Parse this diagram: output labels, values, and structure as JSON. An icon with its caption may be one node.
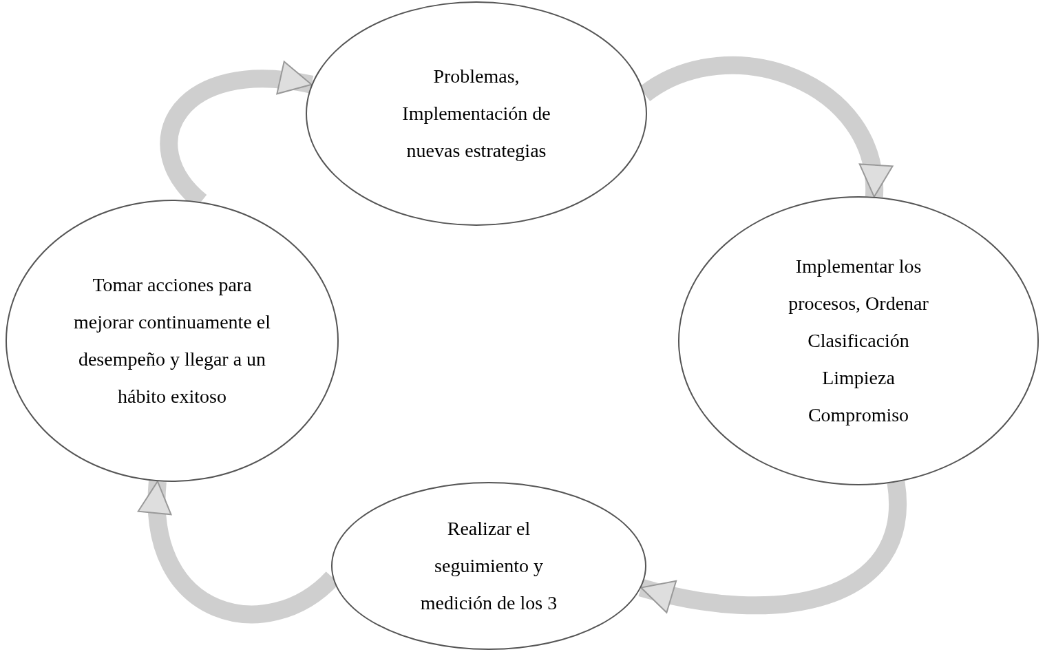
{
  "diagram": {
    "nodes": [
      {
        "text": [
          "Problemas, Implementación de nuevas estrategias"
        ]
      },
      {
        "text": [
          "Implementar los procesos, Ordenar",
          "Clasificación",
          "Limpieza",
          "Compromiso"
        ]
      },
      {
        "text": [
          "Realizar el seguimiento y medición de los 3"
        ]
      },
      {
        "text": [
          "Tomar acciones para mejorar continuamente el desempeño y llegar a un hábito exitoso"
        ]
      }
    ],
    "edges": [
      {
        "from": 0,
        "to": 1,
        "arrow": "to"
      },
      {
        "from": 1,
        "to": 2,
        "arrow": "to"
      },
      {
        "from": 2,
        "to": 3,
        "arrow": "to"
      },
      {
        "from": 3,
        "to": 0,
        "arrow": "to"
      }
    ]
  }
}
